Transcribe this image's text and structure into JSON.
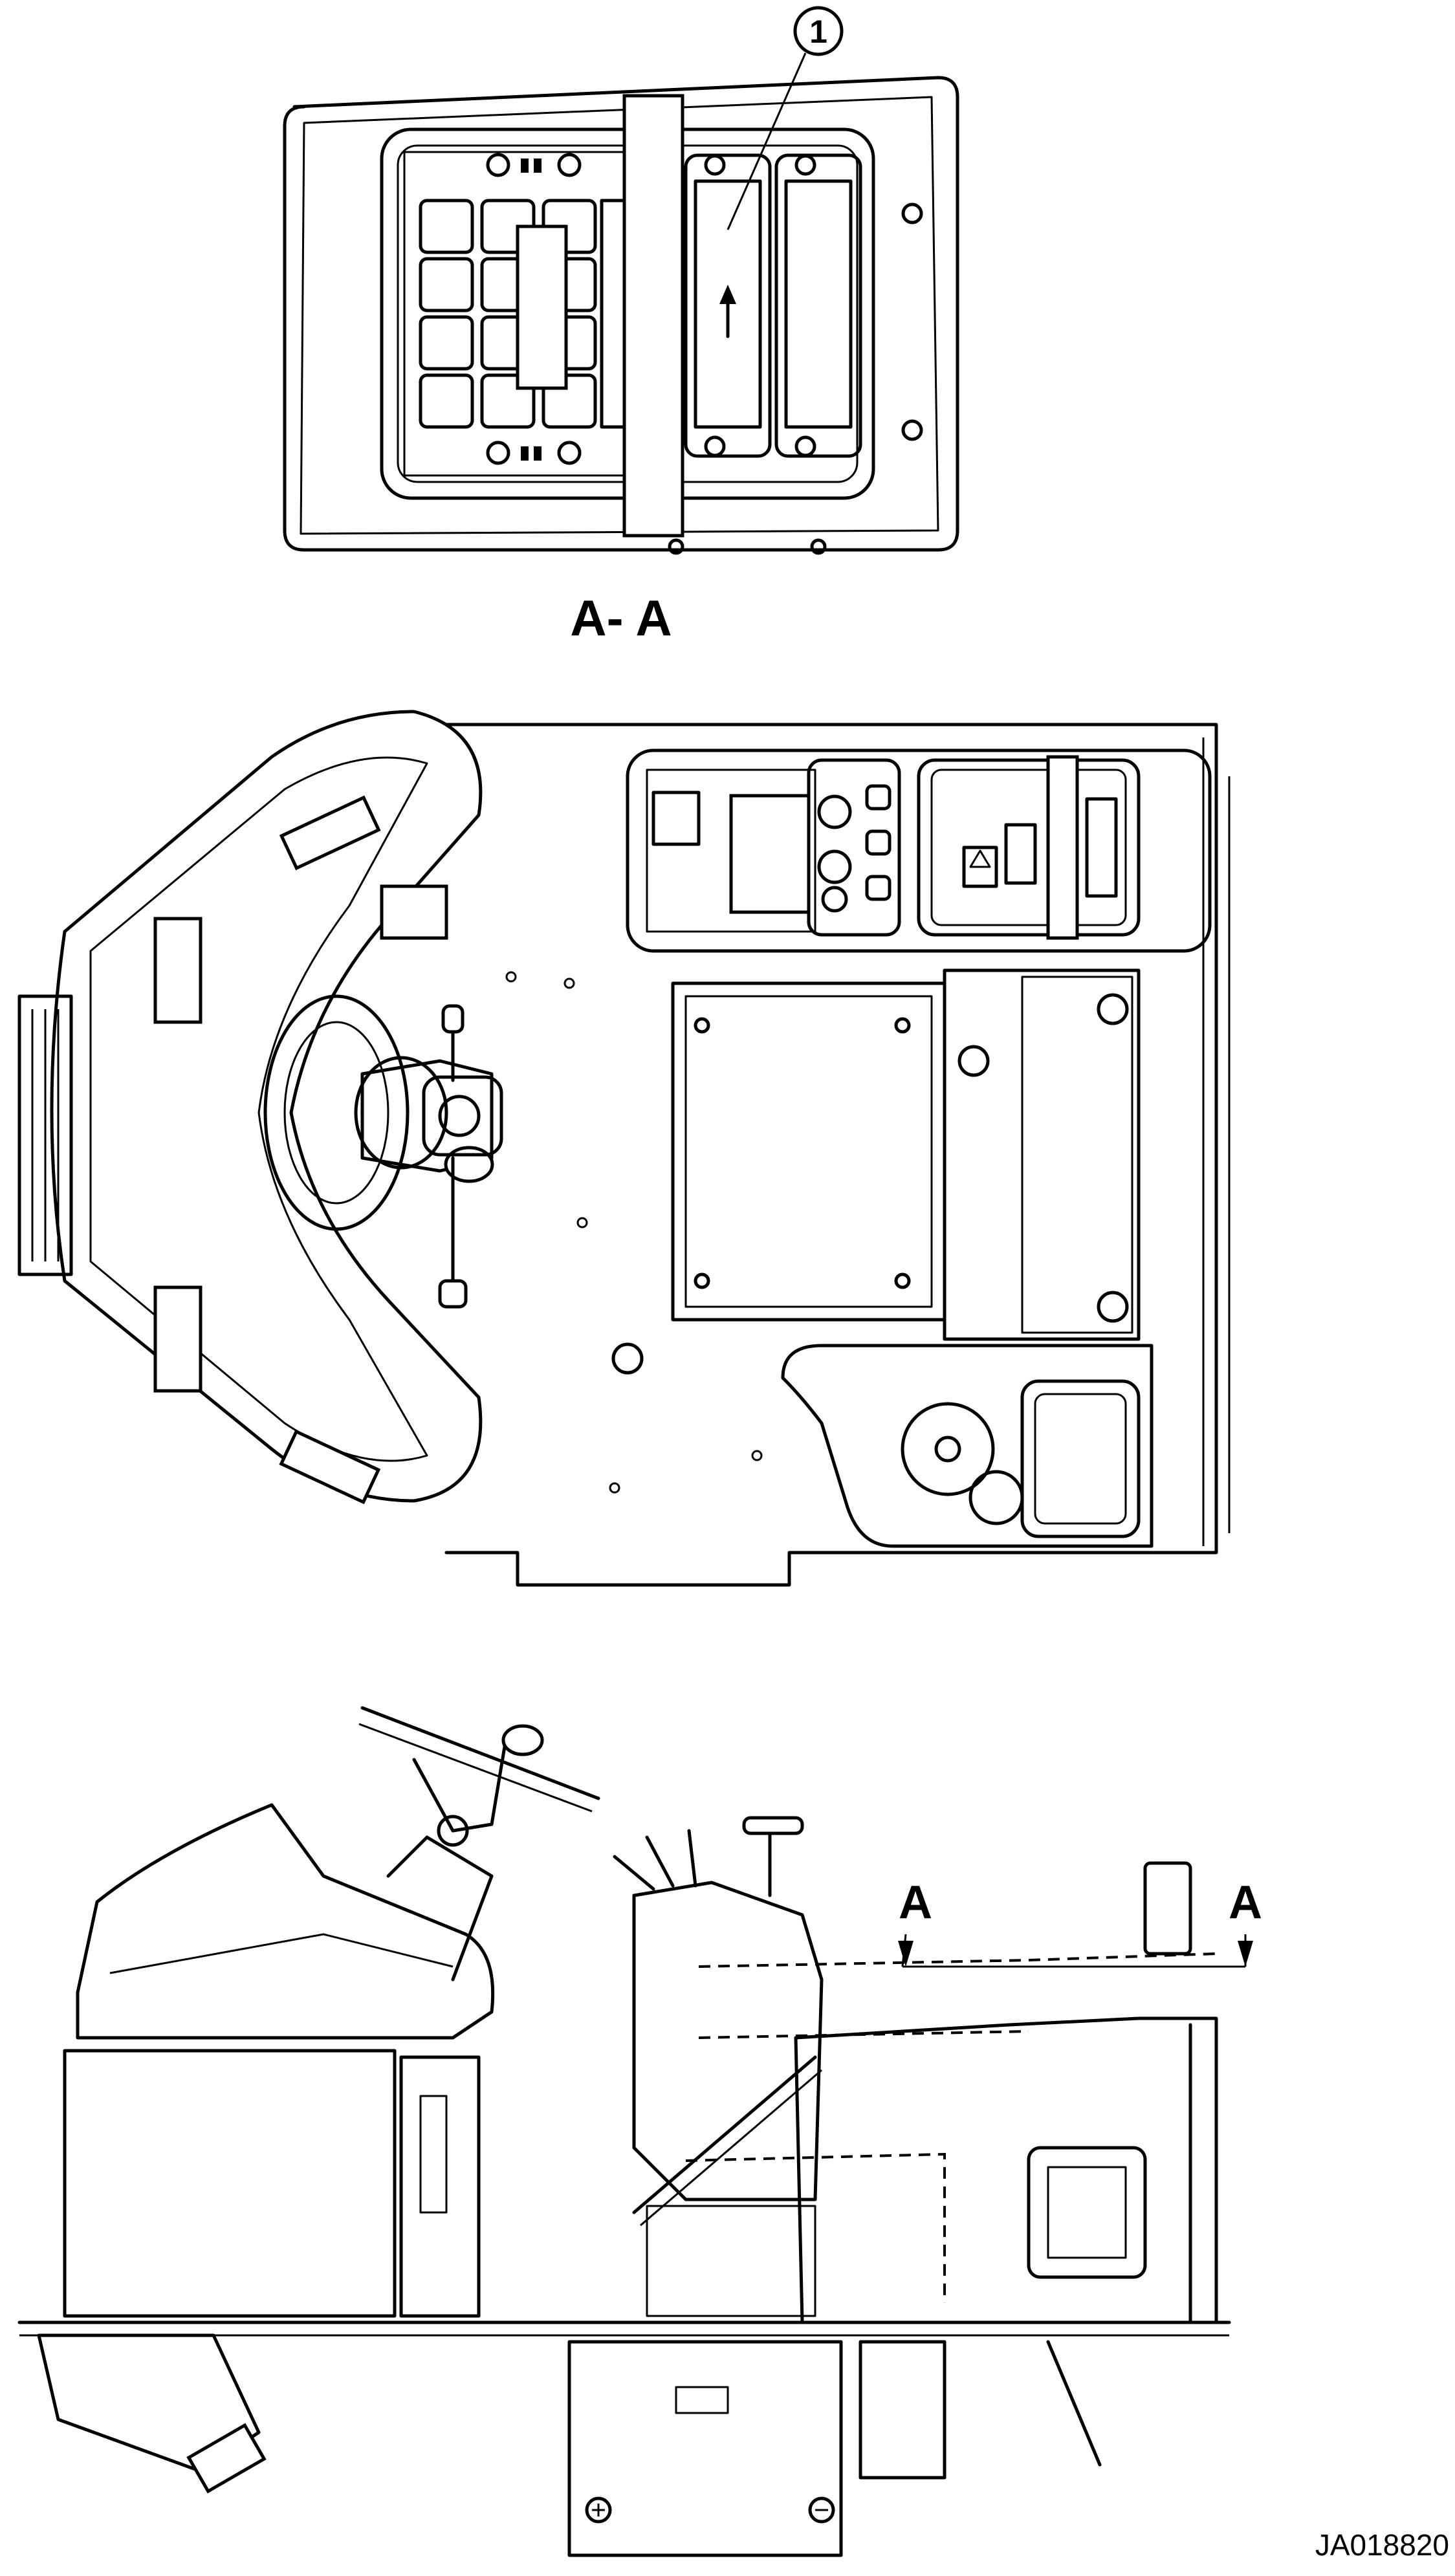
{
  "callout": {
    "number": "1"
  },
  "section_view": {
    "label": "A- A"
  },
  "section_marks": {
    "left": "A",
    "right": "A"
  },
  "drawing_code": "JA018820"
}
